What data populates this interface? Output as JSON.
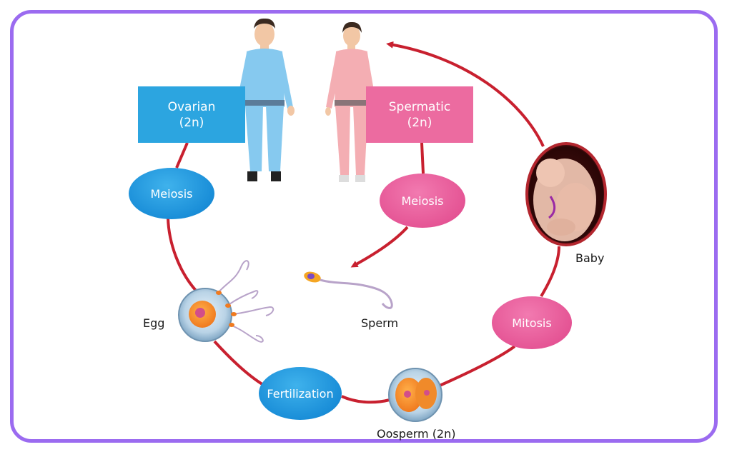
{
  "boxes": {
    "ovarian": "Ovarian\n(2n)",
    "spermatic": "Spermatic\n(2n)"
  },
  "ovals": {
    "meiosis_left": "Meiosis",
    "meiosis_right": "Meiosis",
    "fertilization": "Fertilization",
    "mitosis": "Mitosis"
  },
  "captions": {
    "egg": "Egg",
    "sperm": "Sperm",
    "oosperm": "Oosperm (2n)",
    "baby": "Baby"
  },
  "colors": {
    "frame": "#9b6bf0",
    "cycle_line": "#c8202f",
    "blue": "#2ca5e0",
    "pink": "#ec6ba0"
  }
}
